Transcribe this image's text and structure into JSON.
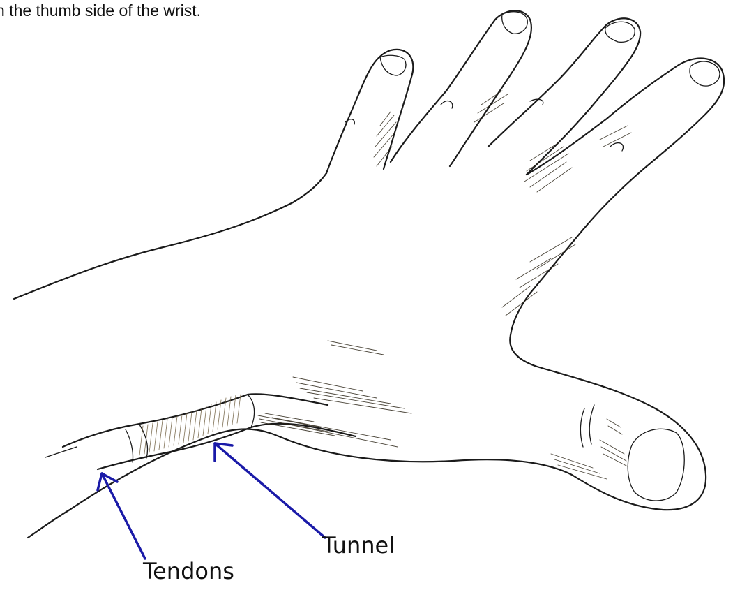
{
  "caption": "n the thumb side of the wrist.",
  "labels": {
    "tendons": "Tendons",
    "tunnel": "Tunnel"
  },
  "colors": {
    "arrow": "#1a1aa8",
    "ink": "#1a1a1a"
  }
}
